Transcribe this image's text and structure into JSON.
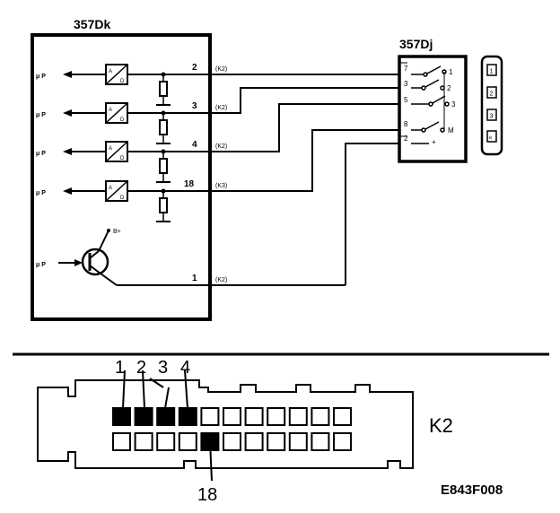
{
  "ecu": {
    "title": "357Dk",
    "up_label": "μ P",
    "ad_top": "A",
    "ad_bottom": "D",
    "supply_label": "B+",
    "channels": [
      {
        "pin": "2",
        "connector": "(K2)"
      },
      {
        "pin": "3",
        "connector": "(K2)"
      },
      {
        "pin": "4",
        "connector": "(K2)"
      },
      {
        "pin": "18",
        "connector": "(K3)"
      }
    ],
    "output": {
      "pin": "1",
      "connector": "(K2)"
    }
  },
  "switch_unit": {
    "title": "357Dj",
    "left_pins": [
      "7",
      "3",
      "5",
      "8",
      "2"
    ],
    "right_labels": [
      "1",
      "2",
      "3",
      "M",
      "+"
    ],
    "buttons": [
      "1",
      "2",
      "3",
      "«"
    ]
  },
  "connector": {
    "label": "K2",
    "top_numbers": [
      "1",
      "2",
      "3",
      "4"
    ],
    "bottom_number": "18",
    "row_count": 11,
    "filled_top": [
      1,
      2,
      3,
      4
    ],
    "filled_bottom": [
      5
    ]
  },
  "figure_code": "E843F008"
}
